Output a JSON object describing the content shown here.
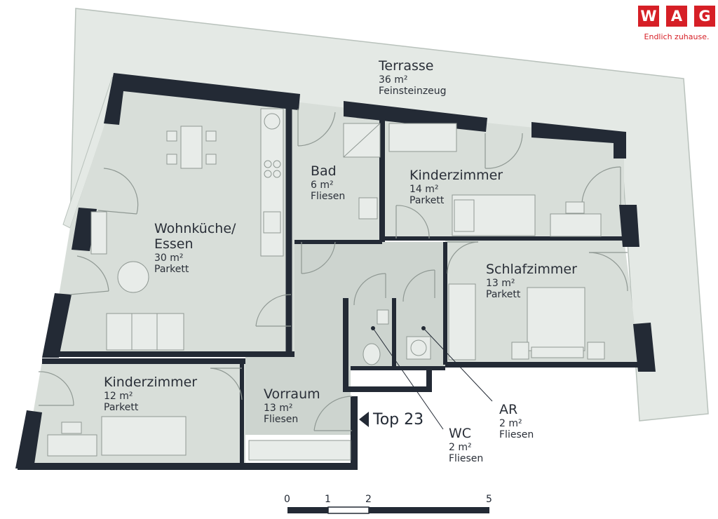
{
  "logo": {
    "letters": [
      "W",
      "A",
      "G"
    ],
    "slogan": "Endlich zuhause."
  },
  "rooms": {
    "terrasse": {
      "name": "Terrasse",
      "area": "36 m²",
      "floor": "Feinsteinzeug"
    },
    "bad": {
      "name": "Bad",
      "area": "6 m²",
      "floor": "Fliesen"
    },
    "kinder1": {
      "name": "Kinderzimmer",
      "area": "14 m²",
      "floor": "Parkett"
    },
    "wohn": {
      "name1": "Wohnküche/",
      "name2": "Essen",
      "area": "30 m²",
      "floor": "Parkett"
    },
    "schlaf": {
      "name": "Schlafzimmer",
      "area": "13 m²",
      "floor": "Parkett"
    },
    "kinder2": {
      "name": "Kinderzimmer",
      "area": "12 m²",
      "floor": "Parkett"
    },
    "vorraum": {
      "name": "Vorraum",
      "area": "13 m²",
      "floor": "Fliesen"
    },
    "ar": {
      "name": "AR",
      "area": "2 m²",
      "floor": "Fliesen"
    },
    "wc": {
      "name": "WC",
      "area": "2 m²",
      "floor": "Fliesen"
    }
  },
  "entrance": {
    "label": "Top 23"
  },
  "scale": {
    "ticks": [
      "0",
      "1",
      "2",
      "5"
    ]
  },
  "colors": {
    "wall": "#232a35",
    "room": "#d7ddd8",
    "terrace": "#e2e8e3",
    "brand": "#d61f26"
  }
}
